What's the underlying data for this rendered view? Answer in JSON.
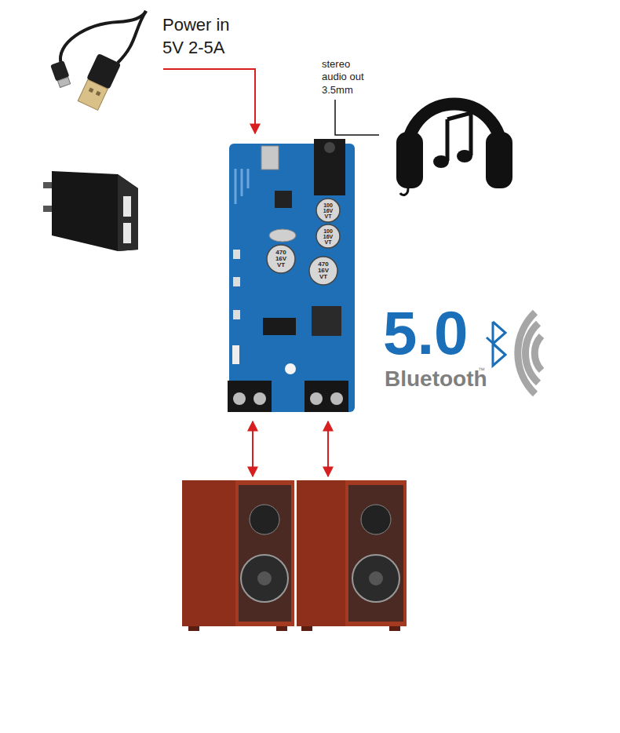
{
  "diagram": {
    "labels": [
      "Power in 5V 2-5A",
      "stereo audio out 3.5mm",
      "100 16V VT",
      "100 16V VT",
      "470 16V VT",
      "470 16V VT",
      "5.0",
      "Bluetooth",
      "™"
    ]
  }
}
